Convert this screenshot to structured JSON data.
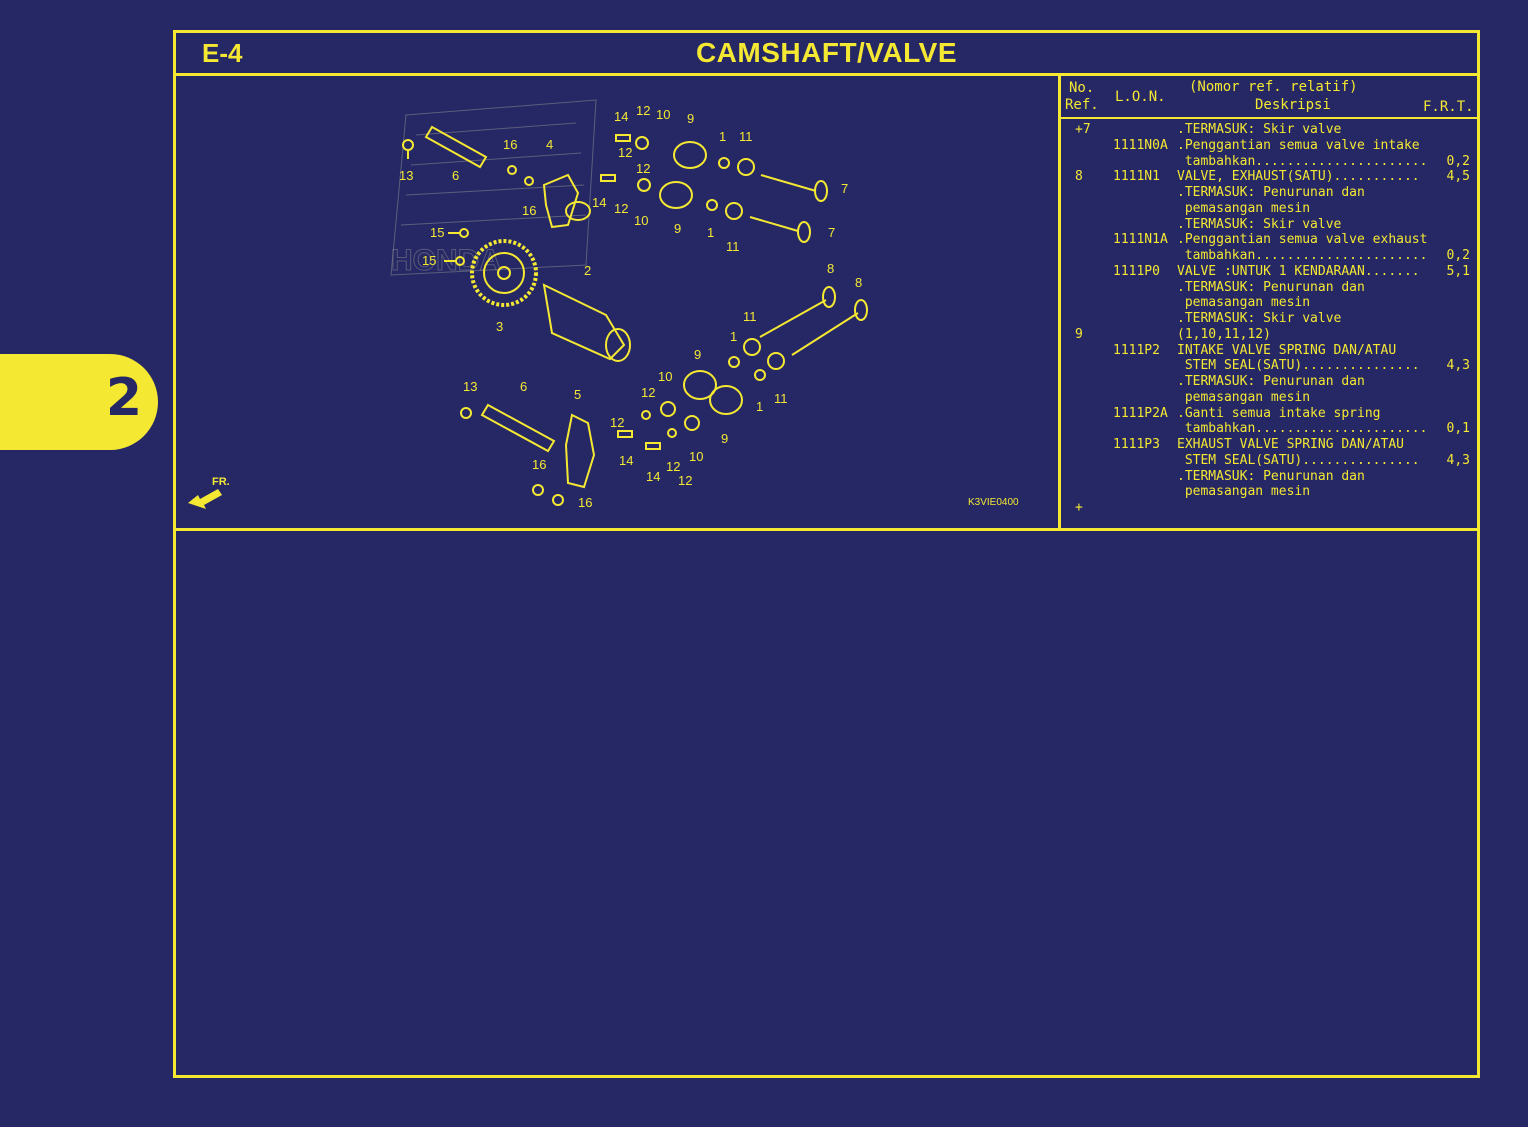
{
  "side_tab": {
    "number": "2"
  },
  "header": {
    "code": "E-4",
    "title": "CAMSHAFT/VALVE"
  },
  "diagram": {
    "figure_code": "K3VIE0400",
    "front_label": "FR.",
    "labels": [
      "14",
      "12",
      "10",
      "9",
      "1",
      "11",
      "16",
      "4",
      "13",
      "6",
      "12",
      "12",
      "14",
      "12",
      "10",
      "9",
      "1",
      "11",
      "7",
      "7",
      "16",
      "15",
      "15",
      "2",
      "3",
      "8",
      "8",
      "11",
      "1",
      "9",
      "10",
      "12",
      "11",
      "13",
      "6",
      "5",
      "12",
      "14",
      "12",
      "10",
      "14",
      "12",
      "9",
      "1",
      "16",
      "16"
    ]
  },
  "parts_table": {
    "headers": {
      "ref_top": "No.",
      "ref_bottom": "Ref.",
      "lon": "L.O.N.",
      "desc_top": "(Nomor ref. relatif)",
      "desc_bottom": "Deskripsi",
      "frt": "F.R.T."
    },
    "rows": [
      {
        "ref": "+7",
        "lon": "",
        "desc": ".TERMASUK: Skir valve",
        "frt": ""
      },
      {
        "ref": "",
        "lon": "1111N0A",
        "desc": ".Penggantian semua valve intake",
        "frt": ""
      },
      {
        "ref": "",
        "lon": "",
        "desc": " tambahkan......................",
        "frt": "0,2"
      },
      {
        "ref": "8",
        "lon": "1111N1",
        "desc": "VALVE, EXHAUST(SATU)...........",
        "frt": "4,5"
      },
      {
        "ref": "",
        "lon": "",
        "desc": ".TERMASUK: Penurunan dan",
        "frt": ""
      },
      {
        "ref": "",
        "lon": "",
        "desc": " pemasangan mesin",
        "frt": ""
      },
      {
        "ref": "",
        "lon": "",
        "desc": ".TERMASUK: Skir valve",
        "frt": ""
      },
      {
        "ref": "",
        "lon": "1111N1A",
        "desc": ".Penggantian semua valve exhaust",
        "frt": ""
      },
      {
        "ref": "",
        "lon": "",
        "desc": " tambahkan......................",
        "frt": "0,2"
      },
      {
        "ref": "",
        "lon": "1111P0",
        "desc": "VALVE :UNTUK 1 KENDARAAN.......",
        "frt": "5,1"
      },
      {
        "ref": "",
        "lon": "",
        "desc": ".TERMASUK: Penurunan dan",
        "frt": ""
      },
      {
        "ref": "",
        "lon": "",
        "desc": " pemasangan mesin",
        "frt": ""
      },
      {
        "ref": "",
        "lon": "",
        "desc": ".TERMASUK: Skir valve",
        "frt": ""
      },
      {
        "ref": "9",
        "lon": "",
        "desc": "(1,10,11,12)",
        "frt": ""
      },
      {
        "ref": "",
        "lon": "1111P2",
        "desc": "INTAKE VALVE SPRING DAN/ATAU",
        "frt": ""
      },
      {
        "ref": "",
        "lon": "",
        "desc": " STEM SEAL(SATU)...............",
        "frt": "4,3"
      },
      {
        "ref": "",
        "lon": "",
        "desc": ".TERMASUK: Penurunan dan",
        "frt": ""
      },
      {
        "ref": "",
        "lon": "",
        "desc": " pemasangan mesin",
        "frt": ""
      },
      {
        "ref": "",
        "lon": "1111P2A",
        "desc": ".Ganti semua intake spring",
        "frt": ""
      },
      {
        "ref": "",
        "lon": "",
        "desc": " tambahkan......................",
        "frt": "0,1"
      },
      {
        "ref": "",
        "lon": "1111P3",
        "desc": "EXHAUST VALVE SPRING DAN/ATAU",
        "frt": ""
      },
      {
        "ref": "",
        "lon": "",
        "desc": " STEM SEAL(SATU)...............",
        "frt": "4,3"
      },
      {
        "ref": "",
        "lon": "",
        "desc": ".TERMASUK: Penurunan dan",
        "frt": ""
      },
      {
        "ref": "",
        "lon": "",
        "desc": " pemasangan mesin",
        "frt": ""
      },
      {
        "ref": "+",
        "lon": "",
        "desc": "",
        "frt": ""
      }
    ]
  }
}
